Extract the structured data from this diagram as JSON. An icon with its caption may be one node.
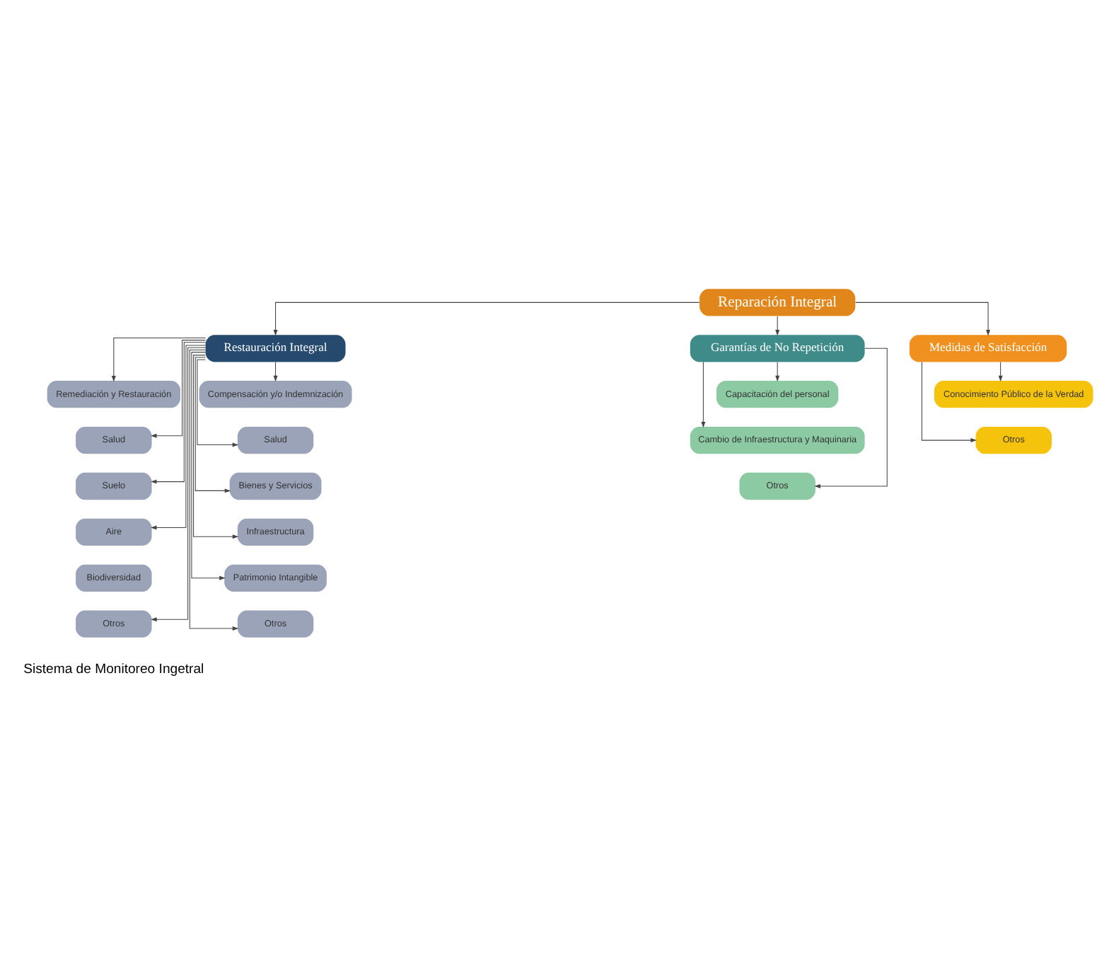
{
  "diagram": {
    "nodes": [
      {
        "text": [
          "Reparación Integral"
        ]
      },
      {
        "text": [
          "Restauración Integral"
        ]
      },
      {
        "text": [
          "Garantías de No Repetición"
        ]
      },
      {
        "text": [
          "Medidas de Satisfacción"
        ]
      },
      {
        "text": [
          "Remediación y Restauración"
        ]
      },
      {
        "text": [
          "Compensación y/o Indemnización"
        ]
      },
      {
        "text": [
          "Salud"
        ]
      },
      {
        "text": [
          "Salud"
        ]
      },
      {
        "text": [
          "Suelo"
        ]
      },
      {
        "text": [
          "Bienes y Servicios"
        ]
      },
      {
        "text": [
          "Aire"
        ]
      },
      {
        "text": [
          "Infraestructura"
        ]
      },
      {
        "text": [
          "Biodiversidad"
        ]
      },
      {
        "text": [
          "Patrimonio Intangible"
        ]
      },
      {
        "text": [
          "Otros"
        ]
      },
      {
        "text": [
          "Otros"
        ]
      },
      {
        "text": [
          "Capacitación del personal"
        ]
      },
      {
        "text": [
          "Cambio de Infraestructura y Maquinaria"
        ]
      },
      {
        "text": [
          "Otros"
        ]
      },
      {
        "text": [
          "Conocimiento Público de la Verdad"
        ]
      },
      {
        "text": [
          "Otros"
        ]
      }
    ],
    "edges": [
      {
        "from": 0,
        "to": 1,
        "arrow": "to"
      },
      {
        "from": 0,
        "to": 2,
        "arrow": "to"
      },
      {
        "from": 0,
        "to": 3,
        "arrow": "to"
      },
      {
        "from": 1,
        "to": 4,
        "arrow": "to"
      },
      {
        "from": 1,
        "to": 6,
        "arrow": "to"
      },
      {
        "from": 1,
        "to": 8,
        "arrow": "to"
      },
      {
        "from": 1,
        "to": 10,
        "arrow": "to"
      },
      {
        "from": 1,
        "to": 14,
        "arrow": "to"
      },
      {
        "from": 1,
        "to": 5,
        "arrow": "to"
      },
      {
        "from": 1,
        "to": 7,
        "arrow": "to"
      },
      {
        "from": 1,
        "to": 9,
        "arrow": "to"
      },
      {
        "from": 1,
        "to": 11,
        "arrow": "to"
      },
      {
        "from": 1,
        "to": 13,
        "arrow": "to"
      },
      {
        "from": 1,
        "to": 15,
        "arrow": "to"
      },
      {
        "from": 2,
        "to": 16,
        "arrow": "to"
      },
      {
        "from": 2,
        "to": 17,
        "arrow": "to"
      },
      {
        "from": 2,
        "to": 18,
        "arrow": "to"
      },
      {
        "from": 3,
        "to": 19,
        "arrow": "to"
      },
      {
        "from": 3,
        "to": 20,
        "arrow": "to"
      }
    ],
    "labels": [
      "Sistema de Monitoreo Ingetral"
    ]
  }
}
